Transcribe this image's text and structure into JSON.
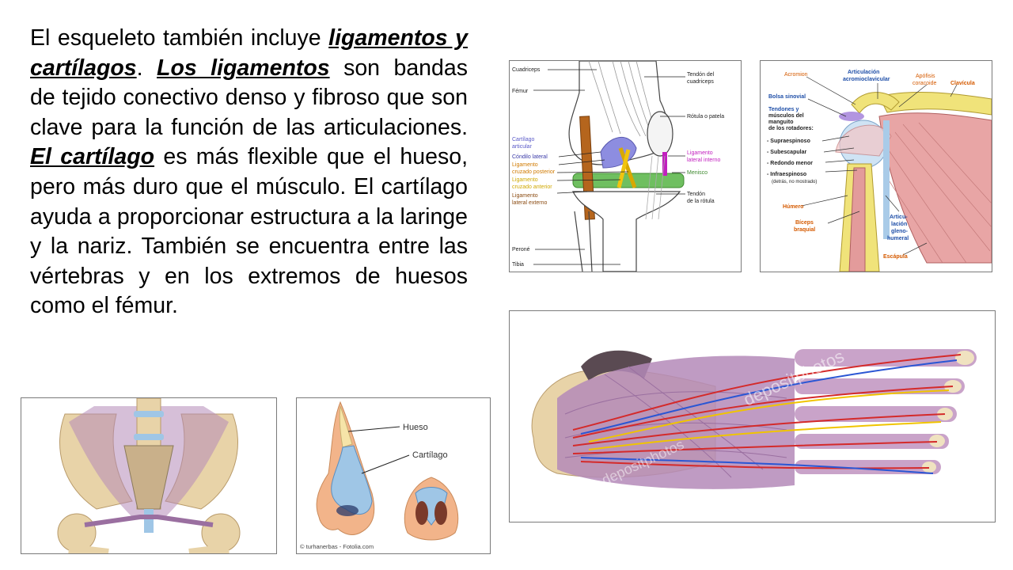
{
  "body_text": {
    "t1": "El esqueleto también incluye ",
    "e1": "ligamentos y cartílagos",
    "t2": ". ",
    "e2": "Los ligamentos",
    "t3": " son bandas de tejido conectivo denso y fibroso que son clave para la función de las articulaciones. ",
    "e3": "El cartílago",
    "t4": " es más flexible que el hueso, pero más duro que el músculo. El cartílago ayuda a proporcionar estructura a la laringe y la nariz. También se encuentra entre las vértebras y en los extremos de huesos como el fémur."
  },
  "knee": {
    "labels": {
      "cuadriceps": "Cuadriceps",
      "femur": "Fémur",
      "cartilago1": "Cartílago",
      "cartilago2": "articular",
      "condilo": "Cóndilo lateral",
      "lcp1": "Ligamento",
      "lcp2": "cruzado posterior",
      "lca1": "Ligamento",
      "lca2": "cruzado anterior",
      "lle1": "Ligamento",
      "lle2": "lateral externo",
      "perone": "Peroné",
      "tibia": "Tibia",
      "tendon_q1": "Tendón del",
      "tendon_q2": "cuadriceps",
      "rotula": "Rótula o patela",
      "lli1": "Ligamento",
      "lli2": "lateral interno",
      "menisco": "Menisco",
      "tendon_r1": "Tendón",
      "tendon_r2": "de la rótula"
    }
  },
  "shoulder": {
    "labels": {
      "acromion": "Acromion",
      "art_ac1": "Articulación",
      "art_ac2": "acromioclavicular",
      "apofisis1": "Apófisis",
      "apofisis2": "coracoide",
      "clavicula": "Clavícula",
      "bolsa": "Bolsa sinovial",
      "tendones1": "Tendones y",
      "tendones2": "músculos del",
      "tendones3": "manguito",
      "tendones4": "de los rotadores:",
      "supra": "- Supraespinoso",
      "subesc": "- Subescapular",
      "redondo": "- Redondo menor",
      "infra": "- Infraespinoso",
      "infra_note": "(detrás, no mostrado)",
      "humero": "Húmero",
      "biceps1": "Bíceps",
      "biceps2": "braquial",
      "artgh1": "Articu-",
      "artgh2": "lación",
      "artgh3": "gleno-",
      "artgh4": "humeral",
      "escapula": "Escápula"
    }
  },
  "nose": {
    "labels": {
      "hueso": "Hueso",
      "cartilago": "Cartílago",
      "credit": "© turhanerbas - Fotolia.com"
    }
  },
  "foot": {
    "watermark": "depositphotos"
  },
  "colors": {
    "bone": "#e8d3a8",
    "muscle": "#b48ab8",
    "cartilage": "#9fc6e6",
    "nose_skin": "#f2b48a"
  }
}
